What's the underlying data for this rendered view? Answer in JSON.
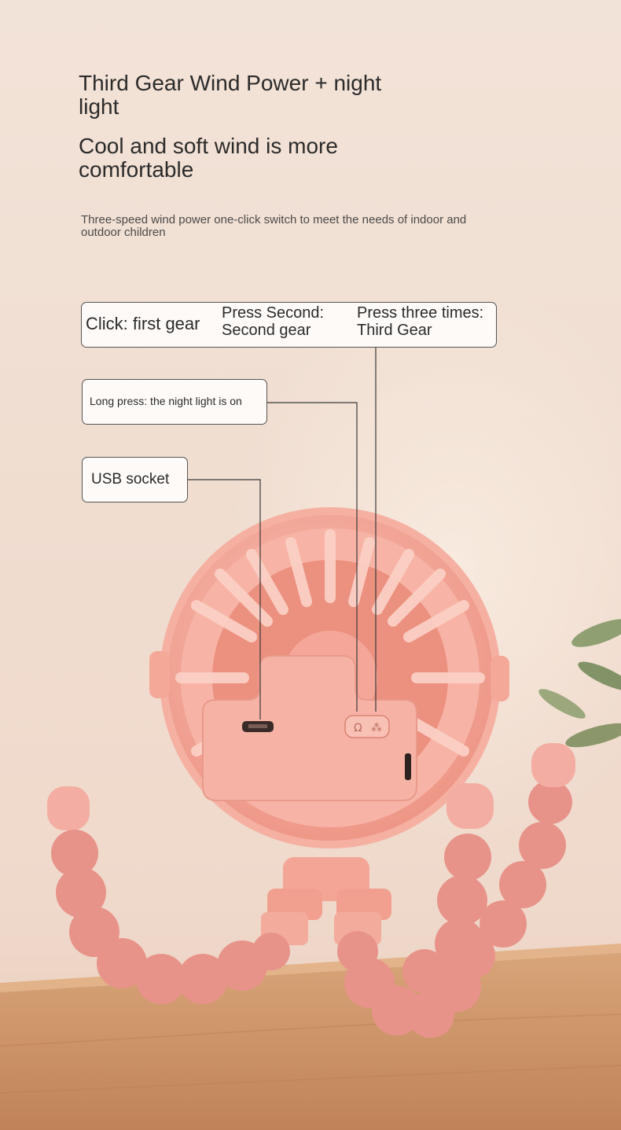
{
  "header": {
    "title": "Third Gear Wind Power + night light",
    "subtitle": "Cool and soft wind is more comfortable",
    "description": "Three-speed wind power one-click switch to meet the needs of indoor and outdoor children"
  },
  "callouts": {
    "gears": {
      "first": "Click: first gear",
      "second": "Press Second: Second gear",
      "third": "Press three times: Third Gear"
    },
    "night_light": "Long press: the night light is on",
    "usb": "USB socket"
  },
  "product": {
    "name": "fan-icon",
    "color": "#f3a294",
    "accent": "#ee9686"
  }
}
